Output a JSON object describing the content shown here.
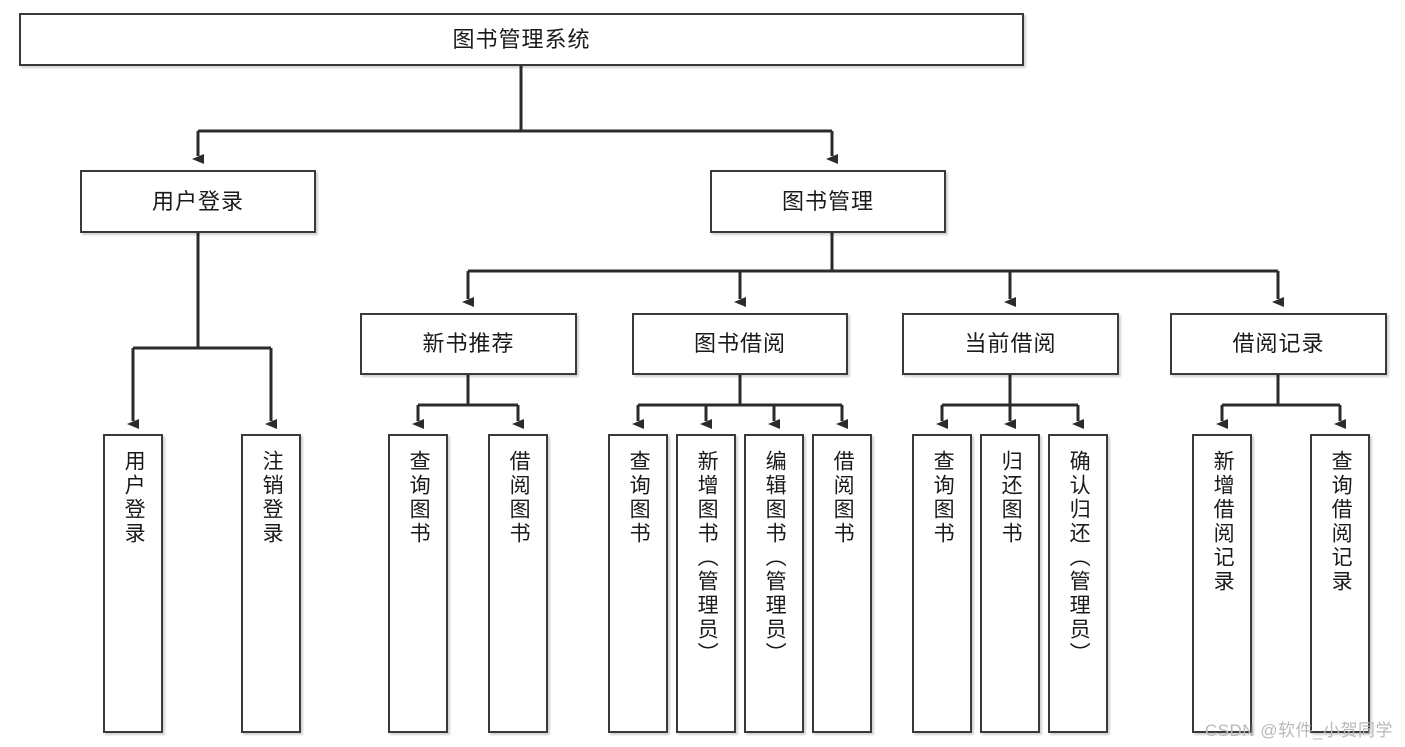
{
  "diagram": {
    "type": "tree-hierarchy-chart",
    "title": "图书管理系统",
    "watermark": "CSDN @软件_小贺同学",
    "levels": {
      "level1": [
        {
          "id": "root",
          "label": "图书管理系统"
        }
      ],
      "level2": [
        {
          "id": "user-login",
          "label": "用户登录"
        },
        {
          "id": "book-manage",
          "label": "图书管理"
        }
      ],
      "level3": [
        {
          "id": "new-book-rec",
          "label": "新书推荐"
        },
        {
          "id": "book-borrow",
          "label": "图书借阅"
        },
        {
          "id": "current-borrow",
          "label": "当前借阅"
        },
        {
          "id": "borrow-record",
          "label": "借阅记录"
        }
      ],
      "leaves": [
        {
          "id": "leaf-user-login",
          "label": "用户登录",
          "parent": "user-login"
        },
        {
          "id": "leaf-logout",
          "label": "注销登录",
          "parent": "user-login"
        },
        {
          "id": "leaf-query-book-1",
          "label": "查询图书",
          "parent": "new-book-rec"
        },
        {
          "id": "leaf-borrow-book-1",
          "label": "借阅图书",
          "parent": "new-book-rec"
        },
        {
          "id": "leaf-query-book-2",
          "label": "查询图书",
          "parent": "book-borrow"
        },
        {
          "id": "leaf-add-book",
          "label": "新增图书（管理员）",
          "parent": "book-borrow"
        },
        {
          "id": "leaf-edit-book",
          "label": "编辑图书（管理员）",
          "parent": "book-borrow"
        },
        {
          "id": "leaf-borrow-book-2",
          "label": "借阅图书",
          "parent": "book-borrow"
        },
        {
          "id": "leaf-query-book-3",
          "label": "查询图书",
          "parent": "current-borrow"
        },
        {
          "id": "leaf-return-book",
          "label": "归还图书",
          "parent": "current-borrow"
        },
        {
          "id": "leaf-confirm-return",
          "label": "确认归还（管理员）",
          "parent": "current-borrow"
        },
        {
          "id": "leaf-add-record",
          "label": "新增借阅记录",
          "parent": "borrow-record"
        },
        {
          "id": "leaf-query-record",
          "label": "查询借阅记录",
          "parent": "borrow-record"
        }
      ]
    },
    "colors": {
      "box_border": "#3a3a3a",
      "box_fill": "#ffffff",
      "connector": "#2b2b2b",
      "text": "#1a1a1a",
      "watermark": "#b9b9b9",
      "background": "#ffffff"
    }
  }
}
